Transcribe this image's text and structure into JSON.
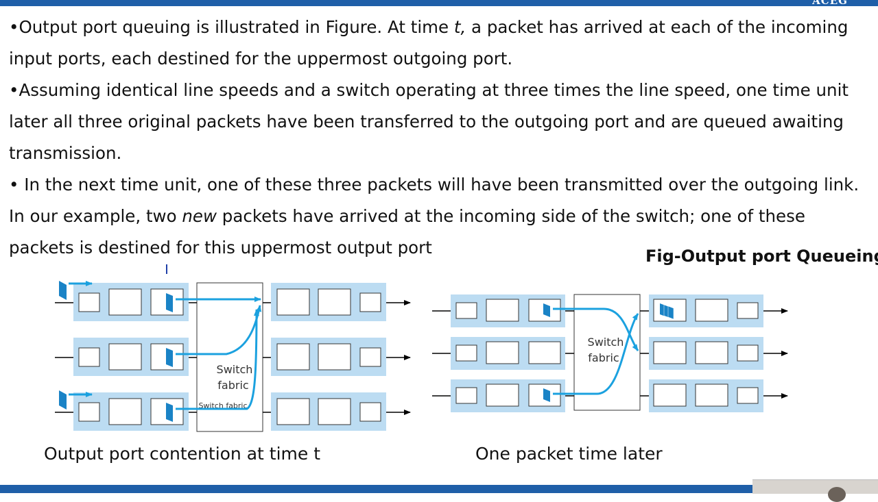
{
  "slide": {
    "logo": "ACEG",
    "bullets": [
      {
        "segments": [
          {
            "text": "•Output port queuing is illustrated in Figure. At time ",
            "italic": false
          },
          {
            "text": "t,",
            "italic": true
          },
          {
            "text": " a packet has arrived at each of the incoming input ports, each destined for the uppermost outgoing port.",
            "italic": false
          }
        ]
      },
      {
        "segments": [
          {
            "text": "•Assuming identical line speeds and a switch operating at three times the line speed, one time unit later all three original packets have been transferred to the outgoing port and are queued awaiting transmission.",
            "italic": false
          }
        ]
      },
      {
        "segments": [
          {
            "text": "• In the next time unit, one of these three packets will have been transmitted over the outgoing link. In our example, two ",
            "italic": false
          },
          {
            "text": "new",
            "italic": true
          },
          {
            "text": " packets have arrived at the incoming side of the switch; one of these packets is destined for this uppermost output port",
            "italic": false
          }
        ]
      }
    ]
  },
  "figure": {
    "title": "Fig-Output port Queueing",
    "left": {
      "caption": "Output port contention at time t",
      "fabric_label_line1": "Switch",
      "fabric_label_line2": "fabric",
      "fabric_overlap_label": "Switch fabric"
    },
    "right": {
      "caption": "One packet time later",
      "fabric_label_line1": "Switch",
      "fabric_label_line2": "fabric"
    }
  },
  "colors": {
    "bar": "#1f5fa8",
    "queue_bg": "#bcdcf2",
    "arrow": "#1ba1df",
    "packet": "#1a83c6"
  }
}
